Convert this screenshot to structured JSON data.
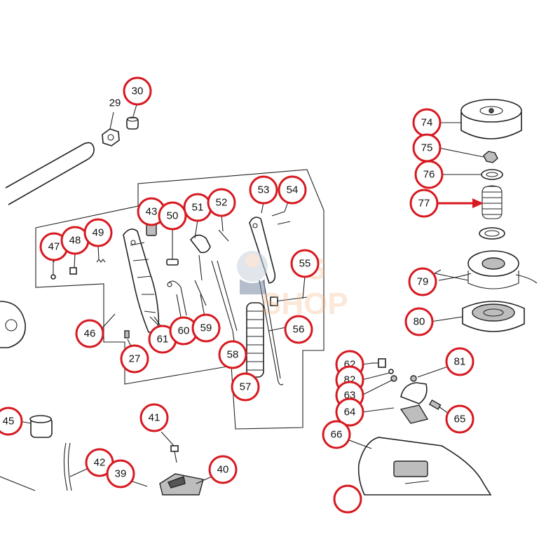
{
  "diagram": {
    "callouts": [
      "30",
      "74",
      "75",
      "76",
      "77",
      "53",
      "54",
      "43",
      "51",
      "52",
      "50",
      "47",
      "48",
      "49",
      "55",
      "79",
      "80",
      "46",
      "61",
      "60",
      "59",
      "27",
      "58",
      "56",
      "57",
      "62",
      "82",
      "63",
      "64",
      "81",
      "65",
      "66",
      "41",
      "40",
      "42",
      "39",
      "45"
    ],
    "plain_labels": [
      "29"
    ],
    "watermark": {
      "letters": [
        "S",
        "SHOP"
      ]
    },
    "colors": {
      "callout_ring": "#d71920",
      "arrow": "#d71920",
      "watermark": "#f3b27f"
    }
  }
}
